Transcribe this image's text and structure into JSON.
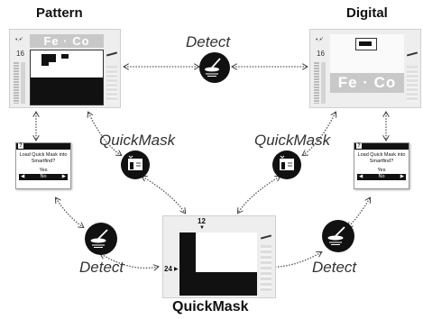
{
  "titles": {
    "pattern": "Pattern",
    "digital": "Digital",
    "quickmask": "QuickMask"
  },
  "labels": {
    "detect_top": "Detect",
    "detect_left": "Detect",
    "detect_right": "Detect",
    "quickmask_left": "QuickMask",
    "quickmask_right": "QuickMask"
  },
  "pattern_screen": {
    "fe_co": "Fe · Co",
    "level": "16"
  },
  "digital_screen": {
    "fe_co": "Fe · Co",
    "level": "16"
  },
  "quickmask_screen": {
    "top_value": "12",
    "left_value": "24"
  },
  "dialog_left": {
    "icon": "?",
    "message": "Load Quick Mask into Smartfind?",
    "yes": "Yes",
    "no": "No"
  },
  "dialog_right": {
    "icon": "?",
    "message": "Load Quick Mask into Smartfind?",
    "yes": "Yes",
    "no": "No"
  },
  "icons": {
    "detect": "detector-coil-icon",
    "quickmask": "quickmask-icon"
  },
  "colors": {
    "ink": "#111111",
    "screen_bg": "#eeeeee",
    "label_grey": "#333333",
    "fe_bar": "#c8c8c8"
  }
}
